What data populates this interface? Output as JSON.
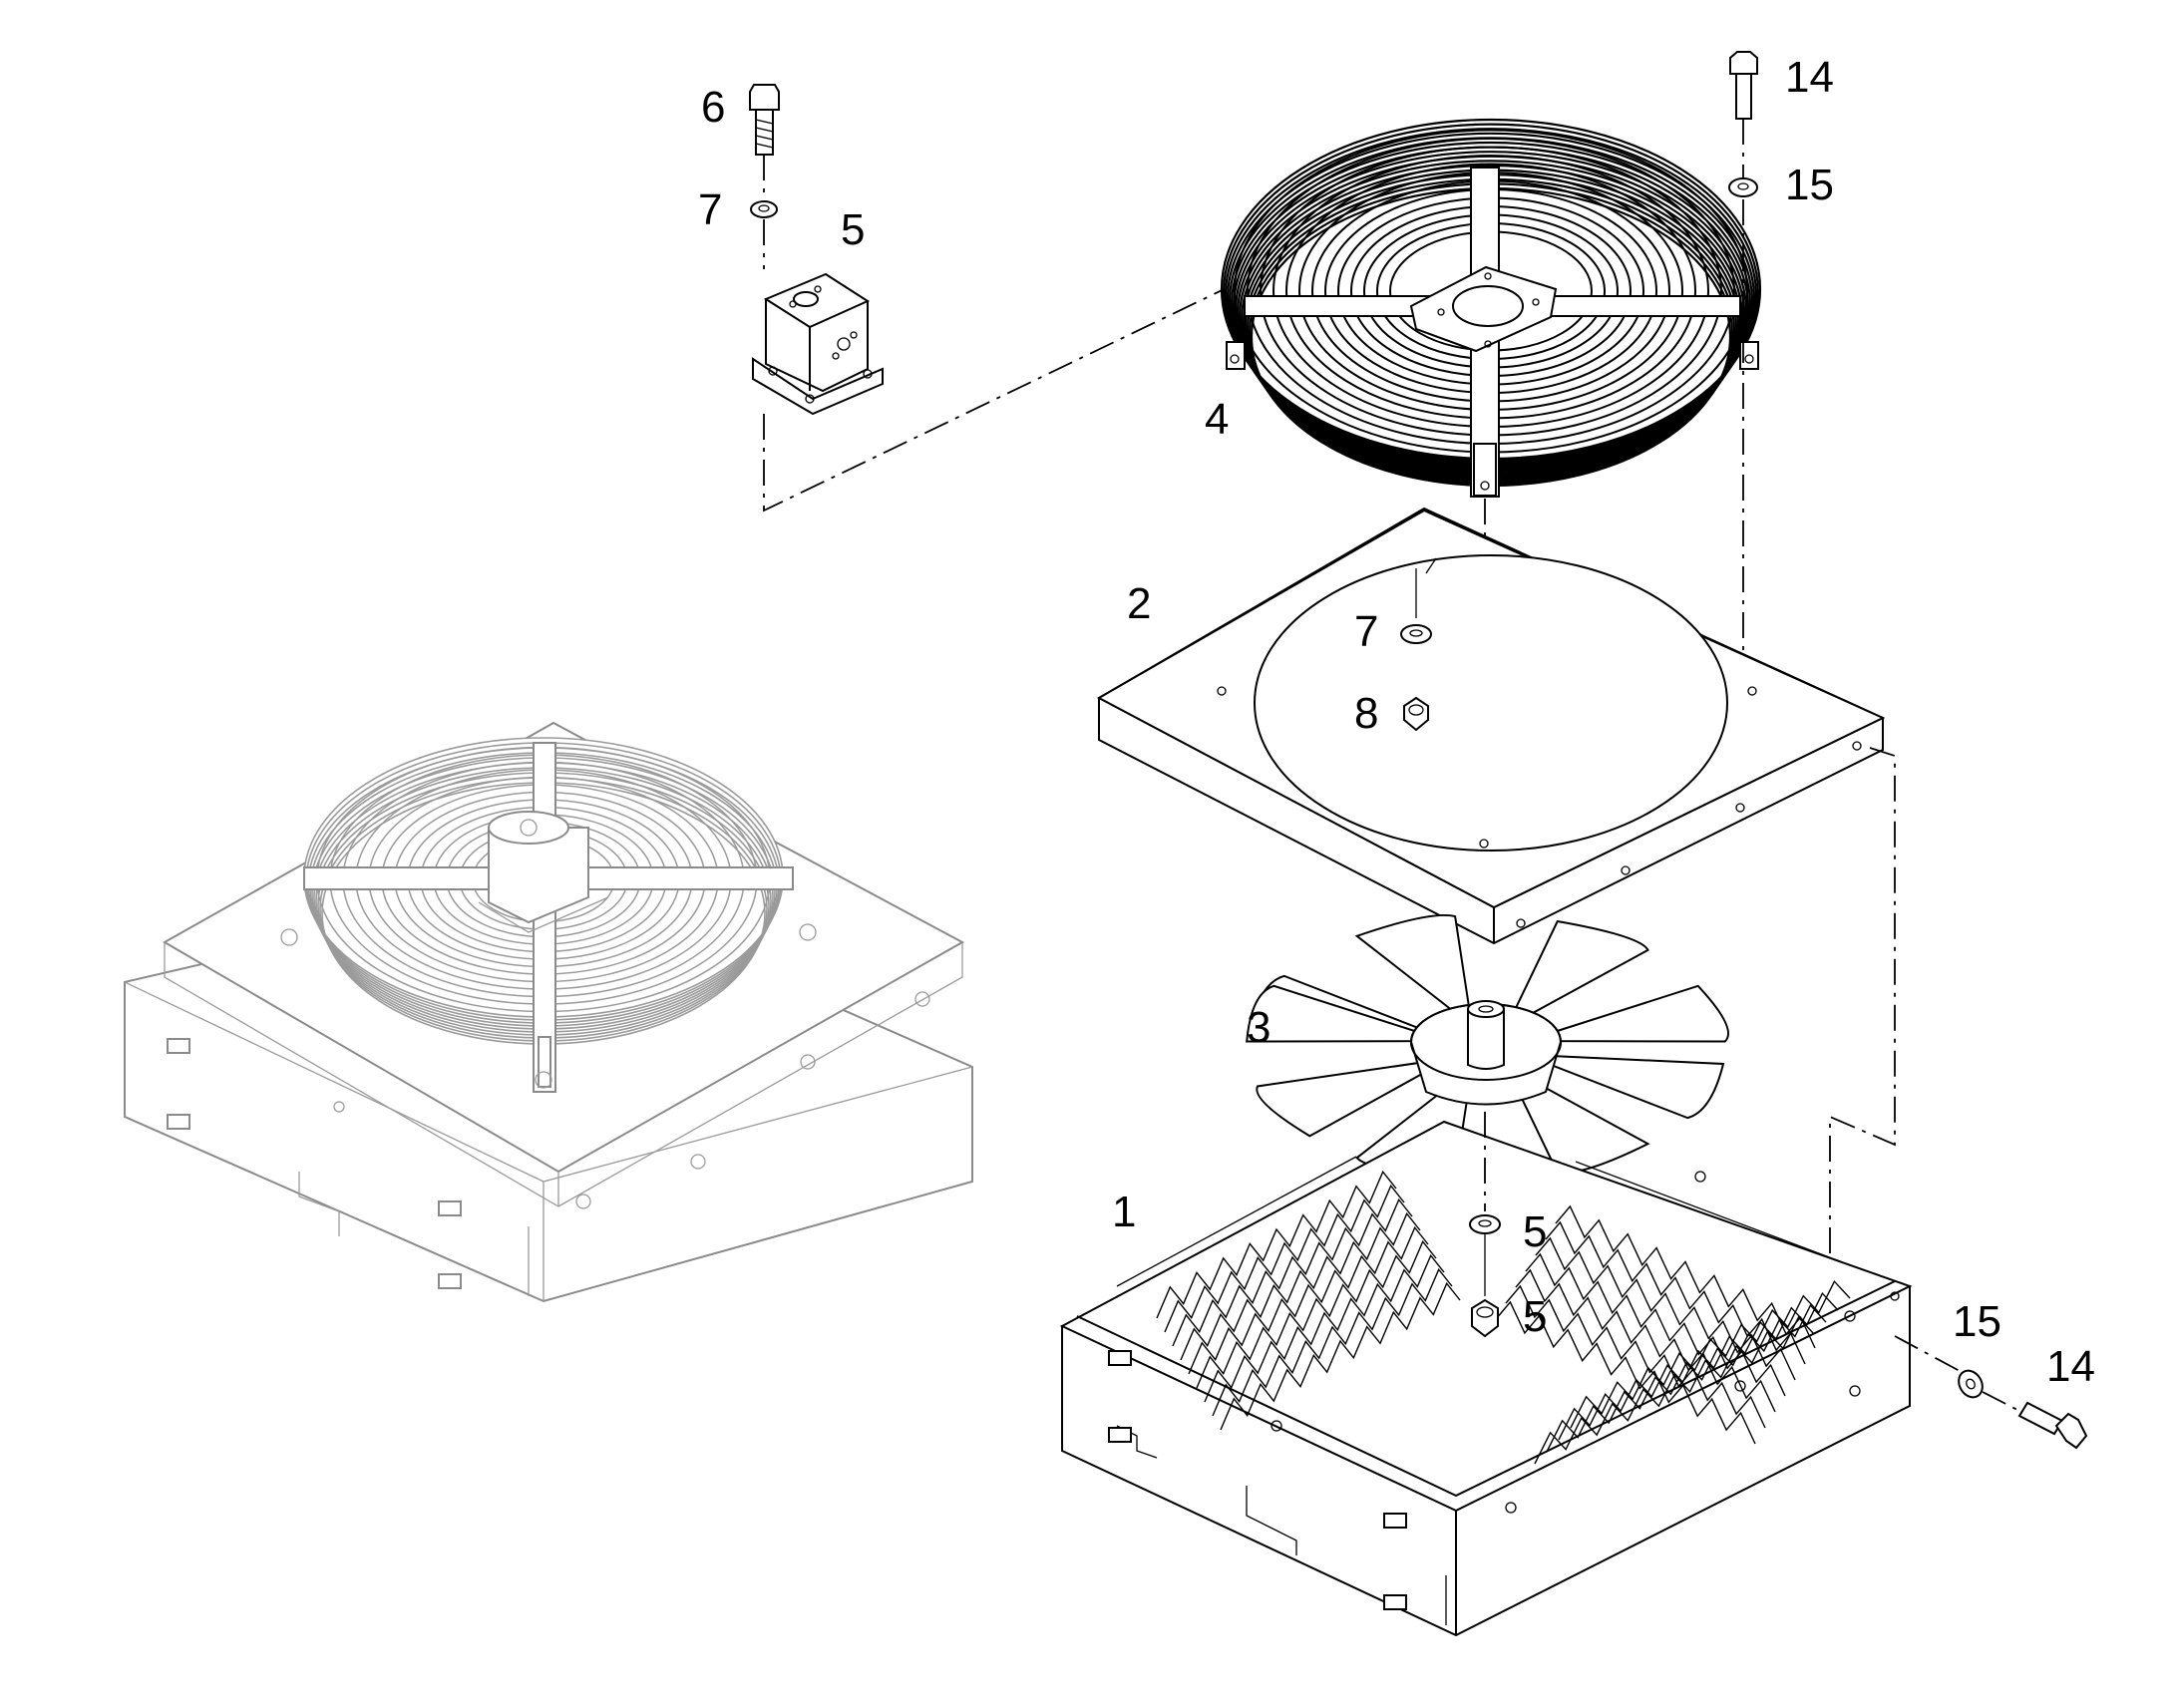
{
  "diagram": {
    "callouts": {
      "bolt_6": "6",
      "washer_7_top": "7",
      "motor_5": "5",
      "bolt_14_top": "14",
      "washer_15_top": "15",
      "guard_4": "4",
      "shroud_2": "2",
      "washer_7_mid": "7",
      "nut_8": "8",
      "fan_3": "3",
      "base_1": "1",
      "washer_5": "5",
      "nut_5": "5",
      "washer_15_side": "15",
      "bolt_14_side": "14"
    }
  }
}
